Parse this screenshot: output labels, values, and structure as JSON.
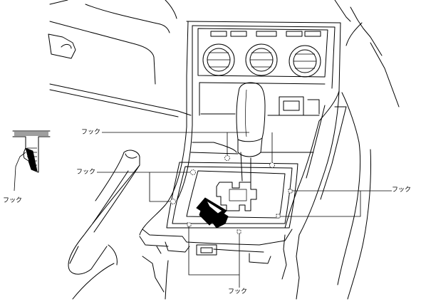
{
  "labels": {
    "hook_top": "フック",
    "hook_left_mid": "フック",
    "hook_right": "フック",
    "hook_bottom": "フック",
    "hook_detail": "フック"
  },
  "colors": {
    "line": "#000000",
    "background": "#ffffff"
  }
}
